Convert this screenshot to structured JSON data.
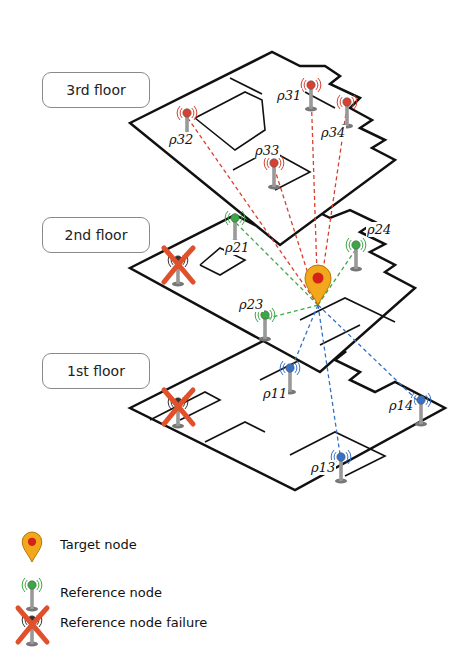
{
  "diagram": {
    "nodes": [
      {
        "text": [
          "3rd floor"
        ]
      },
      {
        "text": [
          "2nd floor"
        ]
      },
      {
        "text": [
          "1st floor"
        ]
      }
    ],
    "labels": [
      "ρ31",
      "ρ32",
      "ρ34",
      "ρ33",
      "ρ21",
      "ρ24",
      "ρ23",
      "ρ11",
      "ρ14",
      "ρ13"
    ],
    "legend": [
      {
        "text": "Target node"
      },
      {
        "text": "Reference node"
      },
      {
        "text": "Reference node failure"
      }
    ]
  }
}
